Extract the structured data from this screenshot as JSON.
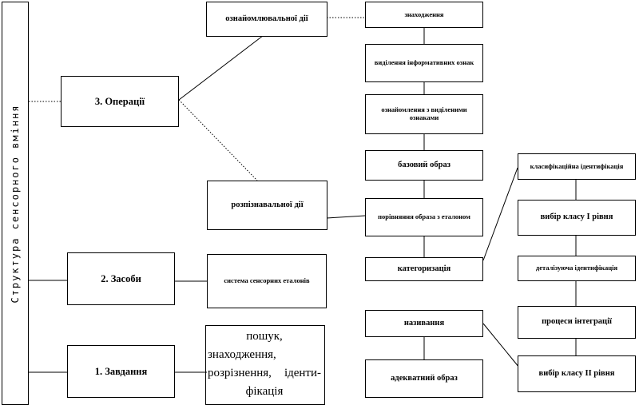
{
  "diagram": {
    "vertical_title": "Структура сенсорного вміння",
    "operations": "3. Операції",
    "means": "2. Засоби",
    "task": "1. Завдання",
    "familiarization_actions": "ознайомлювальної дії",
    "recognition_actions": "розпізнавальної дії",
    "sensory_standards_system": "система сенсорних еталонів",
    "task_text": {
      "line1": "пошук,",
      "line2": "знаходження,",
      "line3a": "розрізнення,",
      "line3b": "іденти-",
      "line4": "фікація"
    },
    "col3": {
      "finding": "знаходження",
      "feature_selection": "виділення інформативних ознак",
      "familiarization_with_features": "ознайомлення з виділеними ознаками",
      "base_image": "базовий образ",
      "comparison": "порівняння образа з еталоном",
      "categorization": "категоризація",
      "naming": "називання",
      "adequate_image": "адекватний образ"
    },
    "col4": {
      "classification": "класифікаційна ідентифікація",
      "class_choice_1": "вибір класу І рівня",
      "detailing": "деталізуюча ідентифікація",
      "integration": "процеси інтеграції",
      "class_choice_2": "вибір класу ІІ рівня"
    }
  }
}
